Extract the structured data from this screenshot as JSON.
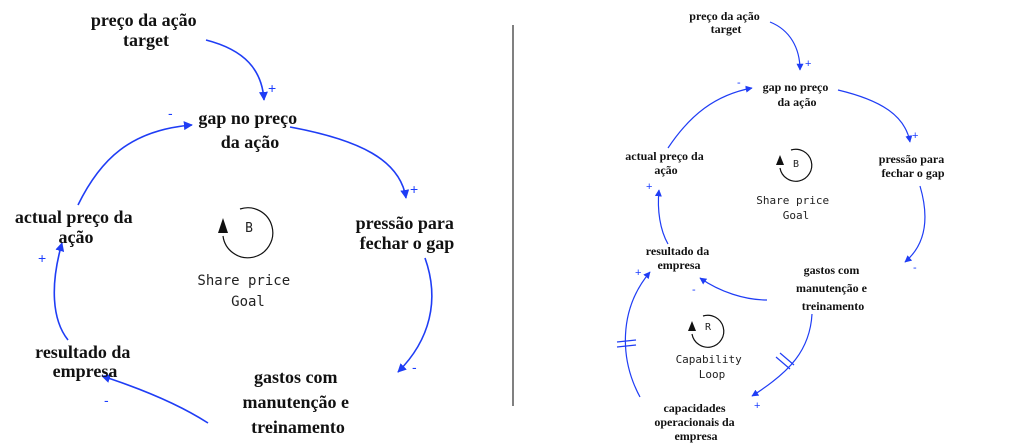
{
  "left": {
    "nodes": {
      "target": [
        "preço da ação",
        "target"
      ],
      "gap": [
        "gap no preço",
        "da ação"
      ],
      "pressao": [
        "pressão para",
        "fechar o gap"
      ],
      "gastos": [
        "gastos com",
        "manutenção e",
        "treinamento"
      ],
      "resultado": [
        "resultado da",
        "empresa"
      ],
      "actual": [
        "actual preço da",
        "ação"
      ]
    },
    "polarities": {
      "target_gap": "+",
      "gap_pressao": "+",
      "pressao_gastos": "-",
      "gastos_resultado": "-",
      "resultado_actual": "+",
      "actual_gap": "-"
    },
    "loop": {
      "symbol": "B",
      "name": [
        "Share price",
        "Goal"
      ]
    }
  },
  "right": {
    "nodes": {
      "target": [
        "preço da ação",
        "target"
      ],
      "gap": [
        "gap no preço",
        "da ação"
      ],
      "pressao": [
        "pressão para",
        "fechar o gap"
      ],
      "gastos": [
        "gastos com",
        "manutenção e",
        "treinamento"
      ],
      "resultado": [
        "resultado da",
        "empresa"
      ],
      "actual": [
        "actual preço da",
        "ação"
      ],
      "capacidades": [
        "capacidades",
        "operacionais da",
        "empresa"
      ]
    },
    "polarities": {
      "target_gap": "+",
      "gap_pressao": "+",
      "pressao_gastos": "-",
      "gastos_resultado": "-",
      "resultado_actual": "+",
      "actual_gap": "-",
      "gastos_capacidades": "+",
      "capacidades_resultado": "+"
    },
    "loops": [
      {
        "symbol": "B",
        "name": [
          "Share price",
          "Goal"
        ]
      },
      {
        "symbol": "R",
        "name": [
          "Capability",
          "Loop"
        ]
      }
    ]
  },
  "colors": {
    "link": "#1f3df5",
    "text": "#111111",
    "divider": "#000000"
  }
}
